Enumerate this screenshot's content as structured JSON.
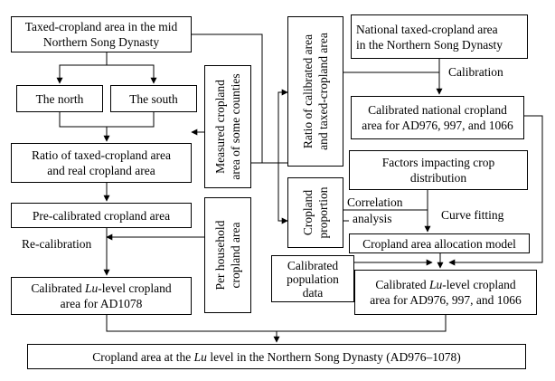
{
  "nodes": {
    "taxed_mid": {
      "line1": "Taxed-cropland area in the mid",
      "line2": "Northern Song Dynasty"
    },
    "north": "The north",
    "south": "The south",
    "ratio_taxed_real": {
      "line1": "Ratio of taxed-cropland area",
      "line2": "and real cropland area"
    },
    "precalibrated": "Pre-calibrated cropland area",
    "calibrated_1078": {
      "line1_pre": "Calibrated ",
      "line1_lu": "Lu",
      "line1_post": "-level cropland",
      "line2": "area for AD1078"
    },
    "measured_cropland": {
      "line1": "Measured cropland",
      "line2": "area of some counties"
    },
    "per_household": {
      "line1": "Per household",
      "line2": "cropland area"
    },
    "ratio_calibrated": {
      "line1": "Ratio of calibrated area",
      "line2": "and taxed-cropland area"
    },
    "cropland_proportion": {
      "line1": "Cropland",
      "line2": "proportion"
    },
    "national_taxed": {
      "line1": "National taxed-cropland area",
      "line2": "in the Northern Song Dynasty"
    },
    "calibrated_national": {
      "line1": "Calibrated national cropland",
      "line2": "area for AD976, 997, and 1066"
    },
    "factors": {
      "line1": "Factors impacting crop",
      "line2": "distribution"
    },
    "allocation_model": "Cropland area allocation model",
    "calibrated_population": {
      "line1": "Calibrated",
      "line2": "population",
      "line3": "data"
    },
    "calibrated_976": {
      "line1_pre": "Calibrated ",
      "line1_lu": "Lu",
      "line1_post": "-level cropland",
      "line2": "area for AD976, 997, and 1066"
    },
    "final": {
      "pre": "Cropland area at the ",
      "lu": "Lu",
      "post": " level in the Northern Song Dynasty (AD976–1078)"
    }
  },
  "edge_labels": {
    "recalibration": "Re-calibration",
    "calibration": "Calibration",
    "correlation": "Correlation",
    "analysis": "analysis",
    "curve_fitting": "Curve fitting"
  }
}
